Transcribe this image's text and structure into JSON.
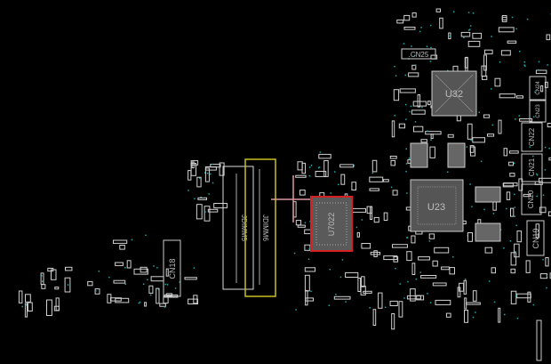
{
  "viewer": {
    "title": "PCB board view",
    "colors": {
      "background": "#000000",
      "outline": "#d8d8d8",
      "pin_dot": "#1fa7a7",
      "highlight_selected": "#d42020",
      "highlight_secondary": "#c8c020",
      "crosshair": "#d89aa0"
    }
  },
  "components": {
    "cn25": ".CN25",
    "u32": "U32",
    "cn24": "CN24",
    "cn23": "CN23",
    "cn22": "CN22",
    "cn21": "CN21",
    "cn20": "CN20",
    "cn19": "CN19",
    "u23": "U23",
    "jdimm5": "JDIMM5",
    "jdimm6": "JDIMM6",
    "u7022": "U7022",
    "cn18": "CN18"
  }
}
